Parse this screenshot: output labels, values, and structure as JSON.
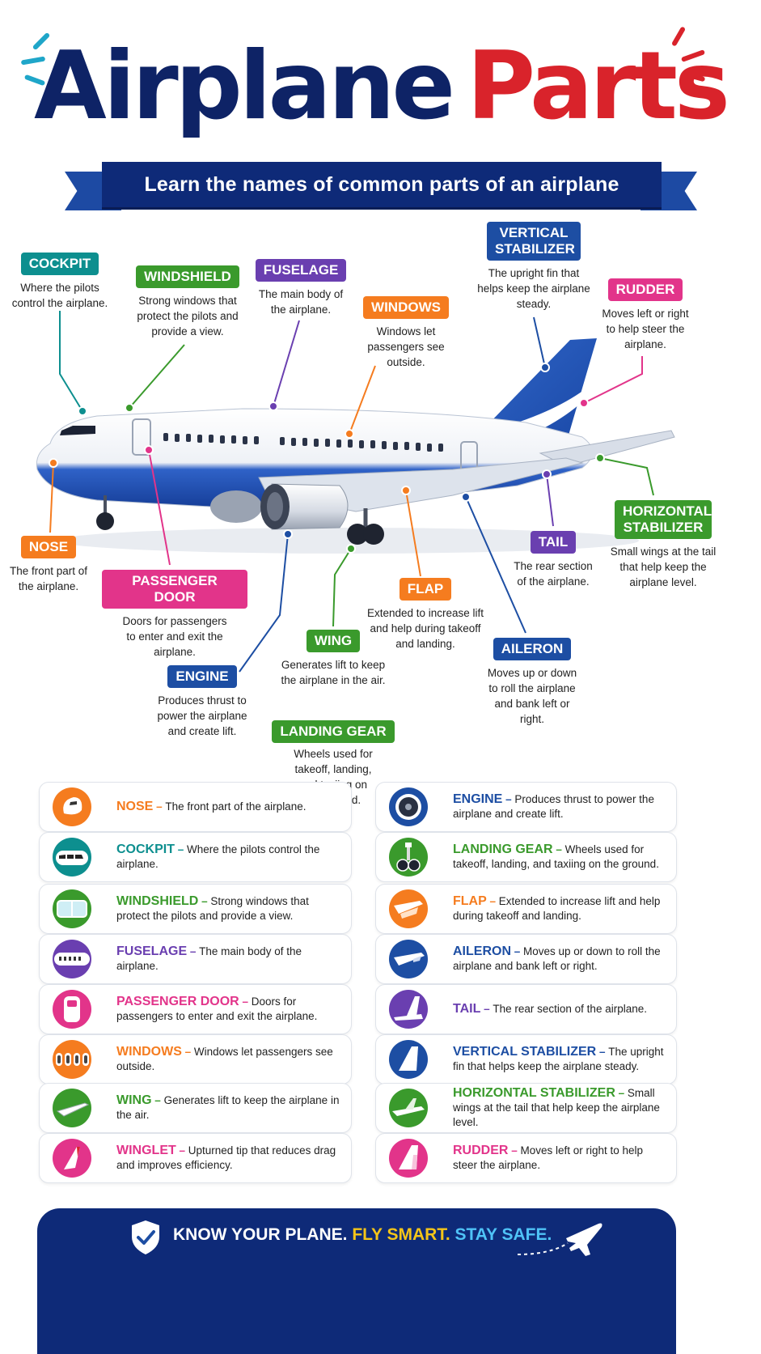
{
  "title": {
    "word1": "Airplane",
    "word2": "Parts"
  },
  "subtitle": "Learn the names of common parts of an airplane",
  "callouts": {
    "cockpit": {
      "label": "COCKPIT",
      "desc": "Where the pilots control the airplane."
    },
    "windshield": {
      "label": "WINDSHIELD",
      "desc": "Strong windows that protect the pilots and provide a view."
    },
    "fuselage": {
      "label": "FUSELAGE",
      "desc": "The main body of the airplane."
    },
    "windows": {
      "label": "WINDOWS",
      "desc": "Windows let passengers see outside."
    },
    "vertical_stabilizer": {
      "label": "VERTICAL STABILIZER",
      "desc": "The upright fin that helps keep the airplane steady."
    },
    "rudder": {
      "label": "RUDDER",
      "desc": "Moves left or right to help steer the airplane."
    },
    "nose": {
      "label": "NOSE",
      "desc": "The front part of the airplane."
    },
    "passenger_door": {
      "label": "PASSENGER DOOR",
      "desc": "Doors for passengers to enter and exit the airplane."
    },
    "engine": {
      "label": "ENGINE",
      "desc": "Produces thrust to power the airplane and create lift."
    },
    "wing": {
      "label": "WING",
      "desc": "Generates lift to keep the airplane in the air."
    },
    "landing_gear": {
      "label": "LANDING GEAR",
      "desc": "Wheels used for takeoff, landing, and taxiing on the ground."
    },
    "flap": {
      "label": "FLAP",
      "desc": "Extended to increase lift and help during takeoff and landing."
    },
    "aileron": {
      "label": "AILERON",
      "desc": "Moves up or down to roll the airplane and bank left or right."
    },
    "tail": {
      "label": "TAIL",
      "desc": "The rear section of the airplane."
    },
    "horizontal_stabilizer": {
      "label": "HORIZONTAL STABILIZER",
      "desc": "Small wings at the tail that help keep the airplane level."
    }
  },
  "legend_left": [
    {
      "name": "NOSE",
      "desc": "The front part of the airplane.",
      "color": "#f57c1f",
      "icon": "nose-icon"
    },
    {
      "name": "COCKPIT",
      "desc": "Where the pilots control the airplane.",
      "color": "#0d8f8f",
      "icon": "cockpit-icon"
    },
    {
      "name": "WINDSHIELD",
      "desc": "Strong windows that protect the pilots and provide a view.",
      "color": "#3a9a2c",
      "icon": "windshield-icon"
    },
    {
      "name": "FUSELAGE",
      "desc": "The main body of the airplane.",
      "color": "#6a3fb0",
      "icon": "fuselage-icon"
    },
    {
      "name": "PASSENGER DOOR",
      "desc": "Doors for passengers to enter and exit the airplane.",
      "color": "#e2348a",
      "icon": "door-icon"
    },
    {
      "name": "WINDOWS",
      "desc": "Windows let passengers see outside.",
      "color": "#f57c1f",
      "icon": "windows-icon"
    },
    {
      "name": "WING",
      "desc": "Generates lift to keep the airplane in the air.",
      "color": "#3a9a2c",
      "icon": "wing-icon"
    },
    {
      "name": "WINGLET",
      "desc": "Upturned tip that reduces drag and improves efficiency.",
      "color": "#e2348a",
      "icon": "winglet-icon"
    }
  ],
  "legend_right": [
    {
      "name": "ENGINE",
      "desc": "Produces thrust to power the airplane and create lift.",
      "color": "#1d4ea3",
      "icon": "engine-icon"
    },
    {
      "name": "LANDING GEAR",
      "desc": "Wheels used for takeoff, landing, and taxiing on the ground.",
      "color": "#3a9a2c",
      "icon": "landing-gear-icon"
    },
    {
      "name": "FLAP",
      "desc": "Extended to increase lift and help during takeoff and landing.",
      "color": "#f57c1f",
      "icon": "flap-icon"
    },
    {
      "name": "AILERON",
      "desc": "Moves up or down to roll the airplane and bank left or right.",
      "color": "#1d4ea3",
      "icon": "aileron-icon"
    },
    {
      "name": "TAIL",
      "desc": "The rear section of the airplane.",
      "color": "#6a3fb0",
      "icon": "tail-icon"
    },
    {
      "name": "VERTICAL STABILIZER",
      "desc": "The upright fin that helps keep the airplane steady.",
      "color": "#1d4ea3",
      "icon": "vertical-stabilizer-icon"
    },
    {
      "name": "HORIZONTAL STABILIZER",
      "desc": "Small wings at the tail that help keep the airplane level.",
      "color": "#3a9a2c",
      "icon": "horizontal-stabilizer-icon"
    },
    {
      "name": "RUDDER",
      "desc": "Moves left or right to help steer the airplane.",
      "color": "#e2348a",
      "icon": "rudder-icon"
    }
  ],
  "footer": {
    "part1": "KNOW YOUR PLANE.",
    "part2": "FLY SMART.",
    "part3": "STAY SAFE."
  },
  "colors": {
    "navy": "#0e2366",
    "red": "#d9232b",
    "teal": "#0d8f8f",
    "green": "#3a9a2c",
    "purple": "#6a3fb0",
    "orange": "#f57c1f",
    "blue": "#1d4ea3",
    "pink": "#e2348a",
    "yellow": "#f5c518",
    "cyan": "#4fc3f7"
  }
}
